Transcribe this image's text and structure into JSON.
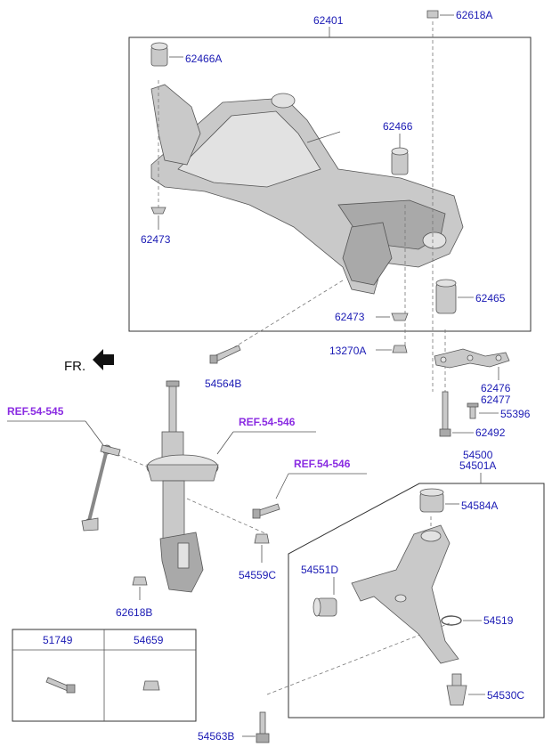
{
  "labels": {
    "l62401": "62401",
    "l62618A": "62618A",
    "l62466A": "62466A",
    "l62466": "62466",
    "l62473_top": "62473",
    "l62465": "62465",
    "l62473_bot": "62473",
    "l13270A": "13270A",
    "l54564B": "54564B",
    "l62476": "62476",
    "l62477": "62477",
    "l55396": "55396",
    "l62492": "62492",
    "l54500": "54500",
    "l54501A": "54501A",
    "l54584A": "54584A",
    "l54551D": "54551D",
    "l54519": "54519",
    "l54530C": "54530C",
    "l54563B": "54563B",
    "l54559C": "54559C",
    "l62618B": "62618B"
  },
  "refs": {
    "ref1": "REF.54-545",
    "ref2": "REF.54-546",
    "ref3": "REF.54-546"
  },
  "front_label": "FR.",
  "table": {
    "col1": "51749",
    "col2": "54659"
  },
  "colors": {
    "label": "#1a1ab4",
    "ref": "#8a2be2"
  }
}
